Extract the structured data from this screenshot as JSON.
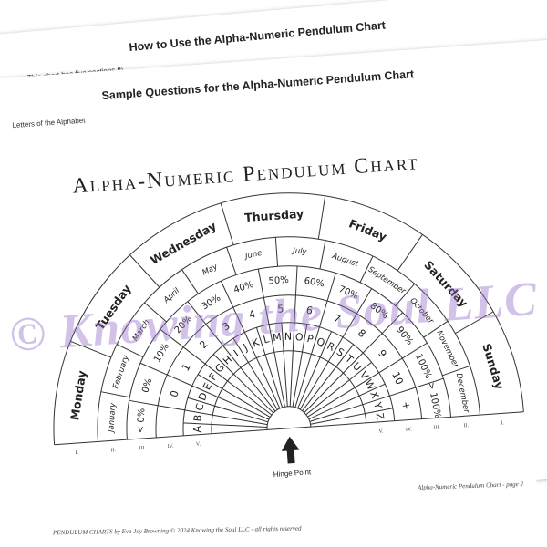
{
  "sheets": {
    "back_title": "How to Use the Alpha-Numeric Pendulum Chart",
    "back_text": "This chart has five sections th",
    "middle_title": "Sample Questions for the Alpha-Numeric Pendulum Chart",
    "middle_text": "Letters of the Alphabet"
  },
  "chart": {
    "title": "Alpha-Numeric Pendulum Chart",
    "days": [
      "Monday",
      "Tuesday",
      "Wednesday",
      "Thursday",
      "Friday",
      "Saturday",
      "Sunday"
    ],
    "months": [
      "January",
      "February",
      "March",
      "April",
      "May",
      "June",
      "July",
      "August",
      "September",
      "October",
      "November",
      "December"
    ],
    "percents": [
      "< 0%",
      "0%",
      "10%",
      "20%",
      "30%",
      "40%",
      "50%",
      "60%",
      "70%",
      "80%",
      "90%",
      "100%",
      "> 100%"
    ],
    "numbers": [
      "-",
      "0",
      "1",
      "2",
      "3",
      "4",
      "5",
      "6",
      "7",
      "8",
      "9",
      "10",
      "+"
    ],
    "letters": [
      "A",
      "B",
      "C",
      "D",
      "E",
      "F",
      "G",
      "H",
      "I",
      "J",
      "K",
      "L",
      "M",
      "N",
      "O",
      "P",
      "Q",
      "R",
      "S",
      "T",
      "U",
      "V",
      "W",
      "X",
      "Y",
      "Z"
    ],
    "roman_left": [
      "I.",
      "II.",
      "III.",
      "IV.",
      "V."
    ],
    "roman_right": [
      "V.",
      "IV.",
      "III.",
      "II.",
      "I."
    ],
    "hinge_label": "Hinge Point"
  },
  "footer": {
    "left": "PENDULUM CHARTS by Eva Joy Browning  © 2024 Knowing the Soul LLC  -  all rights reserved",
    "right": "Alpha-Numeric Pendulum Chart - page 2"
  },
  "watermark": "© Knowing the Soul LLC"
}
